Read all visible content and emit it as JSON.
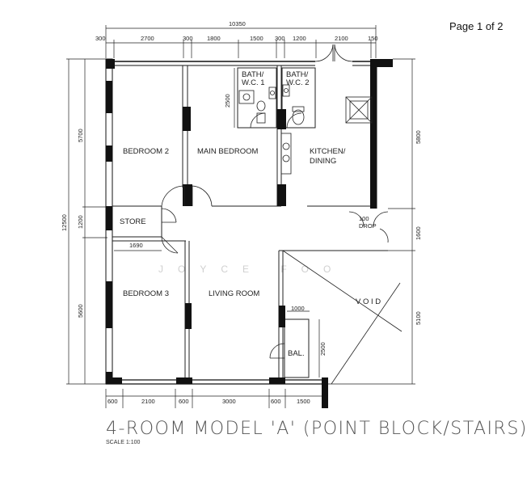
{
  "page_label": "Page 1 of 2",
  "title": "4-ROOM MODEL 'A' (POINT BLOCK/STAIRS)",
  "scale": "SCALE  1:100",
  "watermark": "JOYCE FOO",
  "rooms": {
    "bedroom2": "BEDROOM 2",
    "main_bedroom": "MAIN BEDROOM",
    "bath1_line1": "BATH/",
    "bath1_line2": "W.C. 1",
    "bath2_line1": "BATH/",
    "bath2_line2": "W.C. 2",
    "kitchen_line1": "KITCHEN/",
    "kitchen_line2": "DINING",
    "store": "STORE",
    "bedroom3": "BEDROOM 3",
    "living_room": "LIVING ROOM",
    "balcony": "BAL.",
    "void": "V O I D",
    "drop_line1": "100",
    "drop_line2": "DROP"
  },
  "dimensions": {
    "top_total": "10350",
    "top": [
      "300",
      "2700",
      "300",
      "1800",
      "1500",
      "300",
      "1200",
      "2100",
      "150"
    ],
    "left_total": "12500",
    "left": [
      "5700",
      "1200",
      "5600"
    ],
    "right": [
      "5800",
      "1600",
      "5100"
    ],
    "bottom": [
      "600",
      "2100",
      "600",
      "3000",
      "600",
      "1500"
    ],
    "bath_depth": "2500",
    "store_width": "1690",
    "bal_width": "1000",
    "bal_depth": "2500"
  }
}
